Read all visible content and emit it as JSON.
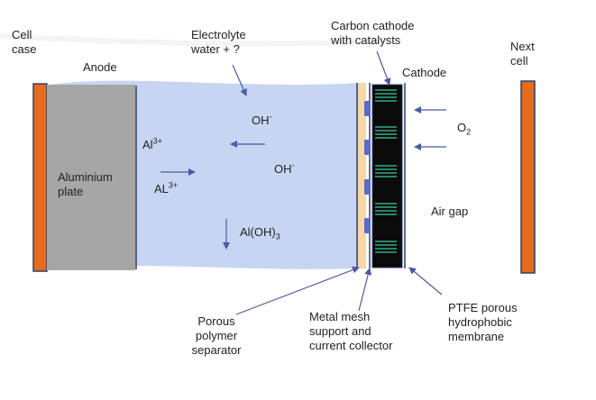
{
  "labels": {
    "cell_case_1": "Cell",
    "cell_case_2": "case",
    "anode": "Anode",
    "electrolyte_1": "Electrolyte",
    "electrolyte_2": "water + ?",
    "carbon_cathode_1": "Carbon cathode",
    "carbon_cathode_2": "with catalysts",
    "cathode": "Cathode",
    "next_cell_1": "Next",
    "next_cell_2": "cell",
    "aluminium_1": "Aluminium",
    "aluminium_2": "plate",
    "air_gap": "Air  gap",
    "separator_1": "Porous",
    "separator_2": "polymer",
    "separator_3": "separator",
    "mesh_1": "Metal mesh",
    "mesh_2": "support and",
    "mesh_3": "current collector",
    "ptfe_1": "PTFE porous",
    "ptfe_2": "hydrophobic",
    "ptfe_3": "membrane"
  },
  "ions": {
    "oh_top_base": "OH",
    "oh_top_sup": "-",
    "oh_mid_base": "OH",
    "oh_mid_sup": "-",
    "al1_base": "Al",
    "al1_sup": "3+",
    "al2_base": "AL",
    "al2_sup": "3+",
    "aloh_base": "Al(OH)",
    "aloh_sub": "3",
    "o2_base": "O",
    "o2_sub": "2"
  },
  "colors": {
    "case": "#e46c1c",
    "case_border": "#2f3f6a",
    "aluminium": "#a6a6a6",
    "electrolyte": "#c7d5f3",
    "separator": "#f7d7a7",
    "cathode_dark": "#0a0a0a",
    "catalyst": "#2fae86",
    "arrow": "#4a5aa8",
    "mesh": "#5a6bc8"
  }
}
